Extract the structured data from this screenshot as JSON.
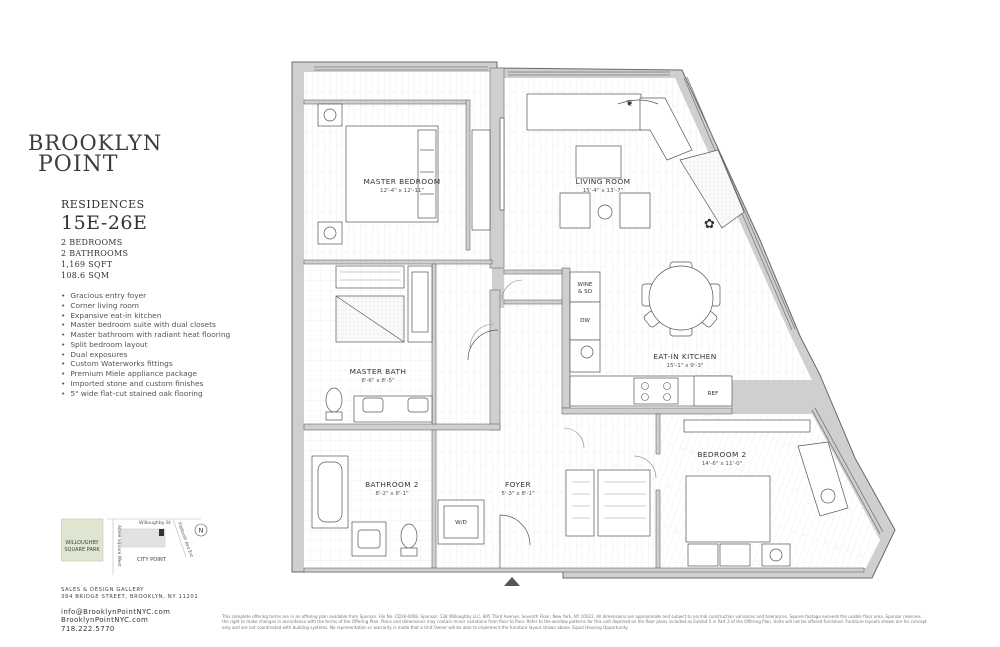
{
  "brand": {
    "line1": "BROOKLYN",
    "line2": "POINT"
  },
  "residence": {
    "label": "RESIDENCES",
    "unit": "15E-26E",
    "bedrooms": "2 BEDROOMS",
    "bathrooms": "2 BATHROOMS",
    "sqft": "1,169 SQFT",
    "sqm": "108.6 SQM"
  },
  "features": [
    "Gracious entry foyer",
    "Corner living room",
    "Expansive eat-in kitchen",
    "Master bedroom suite with dual closets",
    "Master bathroom with radiant heat flooring",
    "Split bedroom layout",
    "Dual exposures",
    "Custom Waterworks fittings",
    "Premium Miele appliance package",
    "Imported stone and custom finishes",
    "5\" wide flat-cut stained oak flooring"
  ],
  "map": {
    "street_top": "Willoughby St",
    "street_left": "Albee Square West",
    "street_right": "Flatbush Ave Ext",
    "park": [
      "WILLOUGHBY",
      "SQUARE PARK"
    ],
    "city_point": "CITY POINT",
    "compass": "N"
  },
  "gallery": {
    "title": "SALES & DESIGN GALLERY",
    "address": "384 BRIDGE STREET, BROOKLYN, NY 11201",
    "email": "info@BrooklynPointNYC.com",
    "website": "BrooklynPointNYC.com",
    "phone": "718.222.5770"
  },
  "rooms": {
    "master_bedroom": {
      "name": "MASTER BEDROOM",
      "dims": "12'-4\" x 12'-11\""
    },
    "living_room": {
      "name": "LIVING ROOM",
      "dims": "15'-4\" x 13'-7\""
    },
    "master_bath": {
      "name": "MASTER BATH",
      "dims": "8'-6\" x 8'-5\""
    },
    "eat_in_kitchen": {
      "name": "EAT-IN KITCHEN",
      "dims": "15'-1\" x 9'-3\""
    },
    "bathroom_2": {
      "name": "BATHROOM 2",
      "dims": "8'-2\" x 8'-1\""
    },
    "foyer": {
      "name": "FOYER",
      "dims": "5'-3\" x 8'-1\""
    },
    "bedroom_2": {
      "name": "BEDROOM 2",
      "dims": "14'-6\" x 11'-0\""
    }
  },
  "appliances": {
    "wine": [
      "WINE",
      "& SO"
    ],
    "dw": "DW",
    "ref": "REF",
    "wd": "W/D"
  },
  "disclaimer": [
    "This complete offering terms are in an offering plan available from Sponsor. File No. CD18-0008. Sponsor: 138 Willoughby LLC, 805 Third Avenue, Seventh Floor, New York, NY 10022. All dimensions are approximate and subject to normal construction variances and tolerances. Square footage exceeds the usable floor area. Sponsor reserves",
    "the right to make changes in accordance with the terms of the Offering Plan. Plans and dimensions may contain minor variations from floor to floor. Refer to the window patterns for this unit depicted on the floor plans included as Exhibit 5 in Part 2 of the Offering Plan. Units will not be offered furnished. Furniture layouts shown are for concept",
    "only and are not coordinated with building systems. No representation or warranty is made that a Unit Owner will be able to implement the furniture layout shown above. Equal Housing Opportunity."
  ]
}
